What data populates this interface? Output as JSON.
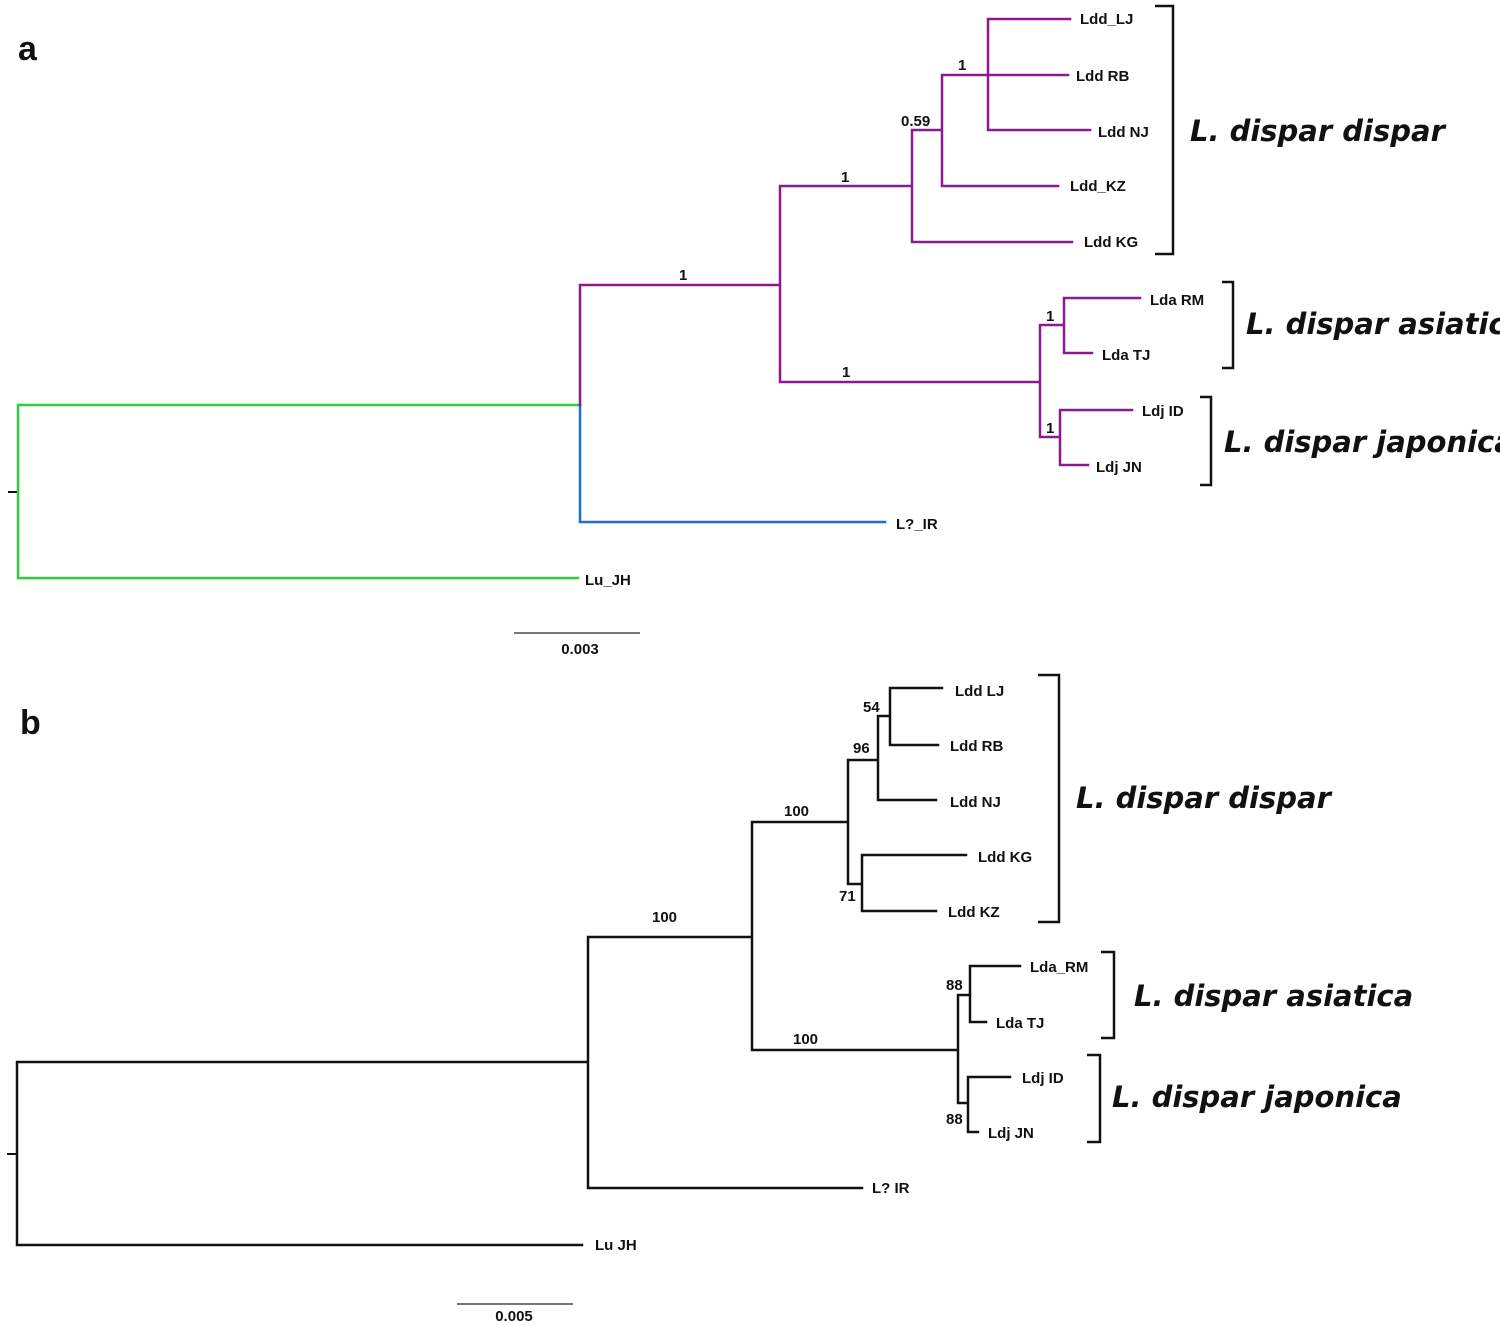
{
  "colors": {
    "ingroup": "#8B1A8B",
    "outgroup_root": "#2ECC40",
    "ir_branch": "#1F6FD1",
    "tree_b": "#111111"
  },
  "panels": [
    {
      "letter": "a",
      "scale_bar": {
        "label": "0.003"
      },
      "leaves": {
        "ldd_lj": "Ldd_LJ",
        "ldd_rb": "Ldd  RB",
        "ldd_nj": "Ldd  NJ",
        "ldd_kz": "Ldd_KZ",
        "ldd_kg": "Ldd  KG",
        "lda_rm": "Lda  RM",
        "lda_tj": "Lda  TJ",
        "ldj_id": "Ldj  ID",
        "ldj_jn": "Ldj  JN",
        "l_ir": "L?_IR",
        "lu_jh": "Lu_JH"
      },
      "support": {
        "ingroup": "1",
        "dispar_asiatica_japonica": "1",
        "dispar": "1",
        "dispar_sub": "0.59",
        "lj_rb_nj": "1",
        "asiatica_japonica": "1",
        "asiatica": "1",
        "japonica": "1"
      },
      "clades": {
        "dispar": "L. dispar dispar",
        "asiatica": "L. dispar asiatica",
        "japonica": "L. dispar japonica"
      }
    },
    {
      "letter": "b",
      "scale_bar": {
        "label": "0.005"
      },
      "leaves": {
        "ldd_lj": "Ldd  LJ",
        "ldd_rb": "Ldd  RB",
        "ldd_nj": "Ldd  NJ",
        "ldd_kg": "Ldd  KG",
        "ldd_kz": "Ldd  KZ",
        "lda_rm": "Lda_RM",
        "lda_tj": "Lda  TJ",
        "ldj_id": "Ldj  ID",
        "ldj_jn": "Ldj  JN",
        "l_ir": "L?  IR",
        "lu_jh": "Lu  JH"
      },
      "support": {
        "ingroup": "100",
        "dispar": "100",
        "asiatica_japonica": "100",
        "lj_rb_nj": "96",
        "lj_rb": "54",
        "kg_kz": "71",
        "asiatica": "88",
        "japonica": "88"
      },
      "clades": {
        "dispar": "L. dispar dispar",
        "asiatica": "L. dispar asiatica",
        "japonica": "L. dispar japonica"
      }
    }
  ]
}
